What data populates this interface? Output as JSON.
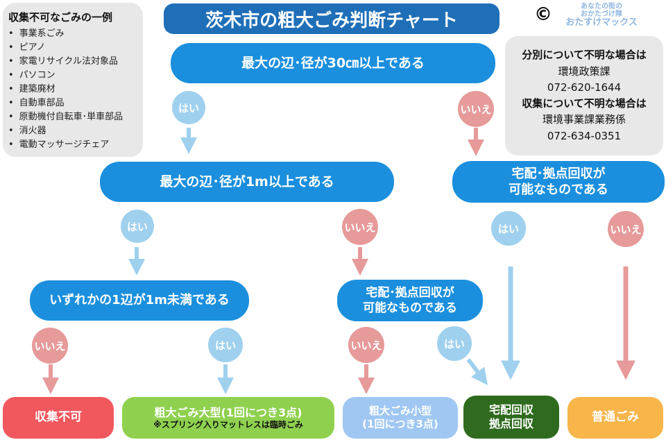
{
  "title": "茨木市の粗大ごみ判断チャート",
  "copyright_mark": "©",
  "logo": {
    "line1": "あなたの街の",
    "line2": "おかたづけ隊",
    "line3": "おたすけマックス"
  },
  "not_collectable": {
    "heading": "収集不可なごみの一例",
    "items": [
      "事業系ごみ",
      "ピアノ",
      "家電リサイクル法対象品",
      "パソコン",
      "建築廃材",
      "自動車部品",
      "原動機付自転車･単車部品",
      "消火器",
      "電動マッサージチェア"
    ]
  },
  "contacts": {
    "sorting_heading": "分別について不明な場合は",
    "sorting_dept": "環境政策課",
    "sorting_phone": "072-620-1644",
    "collection_heading": "収集について不明な場合は",
    "collection_dept": "環境事業課業務係",
    "collection_phone": "072-634-0351"
  },
  "questions": {
    "q1": "最大の辺･径が30㎝以上である",
    "q2": "最大の辺･径が1m以上である",
    "q3_line1": "宅配･拠点回収が",
    "q3_line2": "可能なものである",
    "q4": "いずれかの1辺が1m未満である",
    "q5_line1": "宅配･拠点回収が",
    "q5_line2": "可能なものである"
  },
  "answers": {
    "yes": "はい",
    "no": "いいえ"
  },
  "results": {
    "not_collectable": "収集不可",
    "large_line1": "粗大ごみ大型(1回につき3点)",
    "large_line2": "※スプリング入りマットレスは臨時ごみ",
    "small_line1": "粗大ごみ小型",
    "small_line2": "(1回につき3点)",
    "delivery_line1": "宅配回収",
    "delivery_line2": "拠点回収",
    "ordinary": "普通ごみ"
  },
  "colors": {
    "title_bg": "#1f6fb8",
    "question_bg": "#1b8fdd",
    "yes": "#9fd0ee",
    "no": "#e69a9a",
    "not_collectable": "#f0585e",
    "large": "#8fd14f",
    "small": "#9fc7f2",
    "delivery": "#2e6b1e",
    "ordinary": "#f7b54a",
    "panel": "#e8e8e8"
  }
}
